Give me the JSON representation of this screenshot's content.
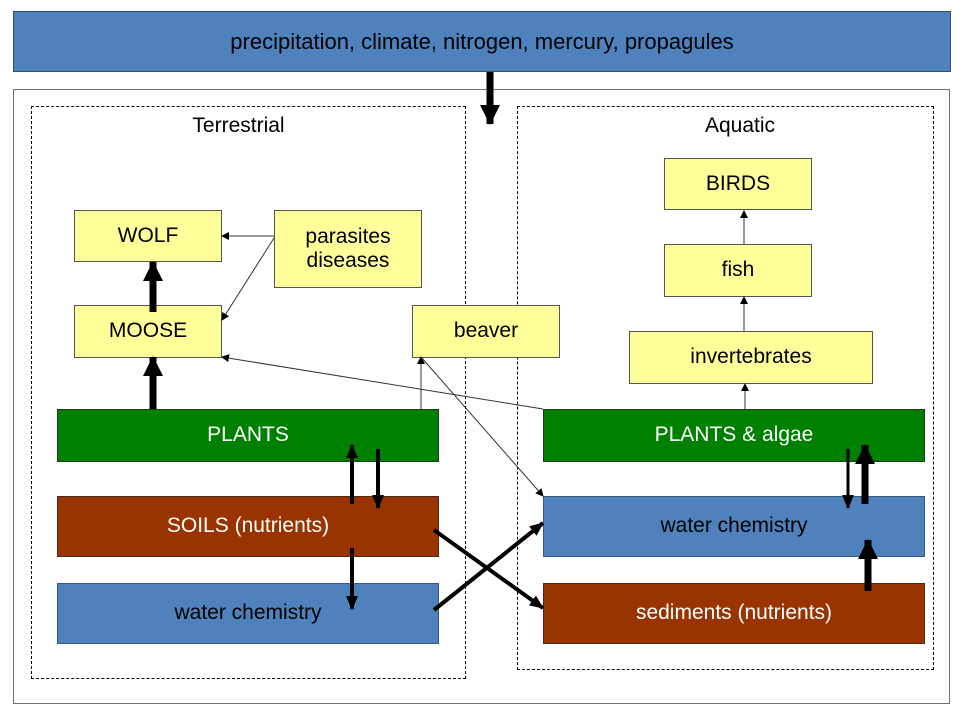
{
  "banner": {
    "label": "precipitation, climate, nitrogen, mercury, propagules"
  },
  "regions": {
    "terrestrial": {
      "title": "Terrestrial"
    },
    "aquatic": {
      "title": "Aquatic"
    }
  },
  "nodes": {
    "wolf": "WOLF",
    "parasites_line1": "parasites",
    "parasites_line2": "diseases",
    "moose": "MOOSE",
    "beaver": "beaver",
    "plants_terr": "PLANTS",
    "soils": "SOILS (nutrients)",
    "water_terr": "water chemistry",
    "birds": "BIRDS",
    "fish": "fish",
    "invertebrates": "invertebrates",
    "plants_aq": "PLANTS & algae",
    "water_aq": "water chemistry",
    "sediments": "sediments (nutrients)"
  },
  "colors": {
    "banner_blue": "#4F81BD",
    "plants_green": "#008000",
    "soil_brown": "#993300",
    "consumer_yellow": "#FFFF99",
    "water_blue": "#4F81BD"
  },
  "edges": [
    {
      "from": "banner",
      "to": "ecosystem",
      "weight": "thick"
    },
    {
      "from": "moose",
      "to": "wolf",
      "weight": "thick"
    },
    {
      "from": "plants_terr",
      "to": "moose",
      "weight": "thick"
    },
    {
      "from": "parasites",
      "to": "wolf",
      "weight": "thin"
    },
    {
      "from": "parasites",
      "to": "moose",
      "weight": "thin"
    },
    {
      "from": "plants_terr",
      "to": "beaver",
      "weight": "thin"
    },
    {
      "from": "beaver",
      "to": "water_aq",
      "weight": "thin"
    },
    {
      "from": "plants_aq",
      "to": "moose",
      "weight": "thin"
    },
    {
      "from": "soils",
      "to": "plants_terr",
      "weight": "medium"
    },
    {
      "from": "plants_terr",
      "to": "soils",
      "weight": "medium"
    },
    {
      "from": "soils",
      "to": "water_terr",
      "weight": "medium"
    },
    {
      "from": "soils",
      "to": "sediments",
      "weight": "medium"
    },
    {
      "from": "water_terr",
      "to": "water_aq",
      "weight": "medium"
    },
    {
      "from": "invertebrates",
      "to": "fish",
      "weight": "thin"
    },
    {
      "from": "fish",
      "to": "birds",
      "weight": "thin"
    },
    {
      "from": "plants_aq",
      "to": "invertebrates",
      "weight": "thin"
    },
    {
      "from": "plants_aq",
      "to": "water_aq",
      "weight": "medium"
    },
    {
      "from": "water_aq",
      "to": "plants_aq",
      "weight": "thick"
    },
    {
      "from": "sediments",
      "to": "water_aq",
      "weight": "thick"
    }
  ]
}
